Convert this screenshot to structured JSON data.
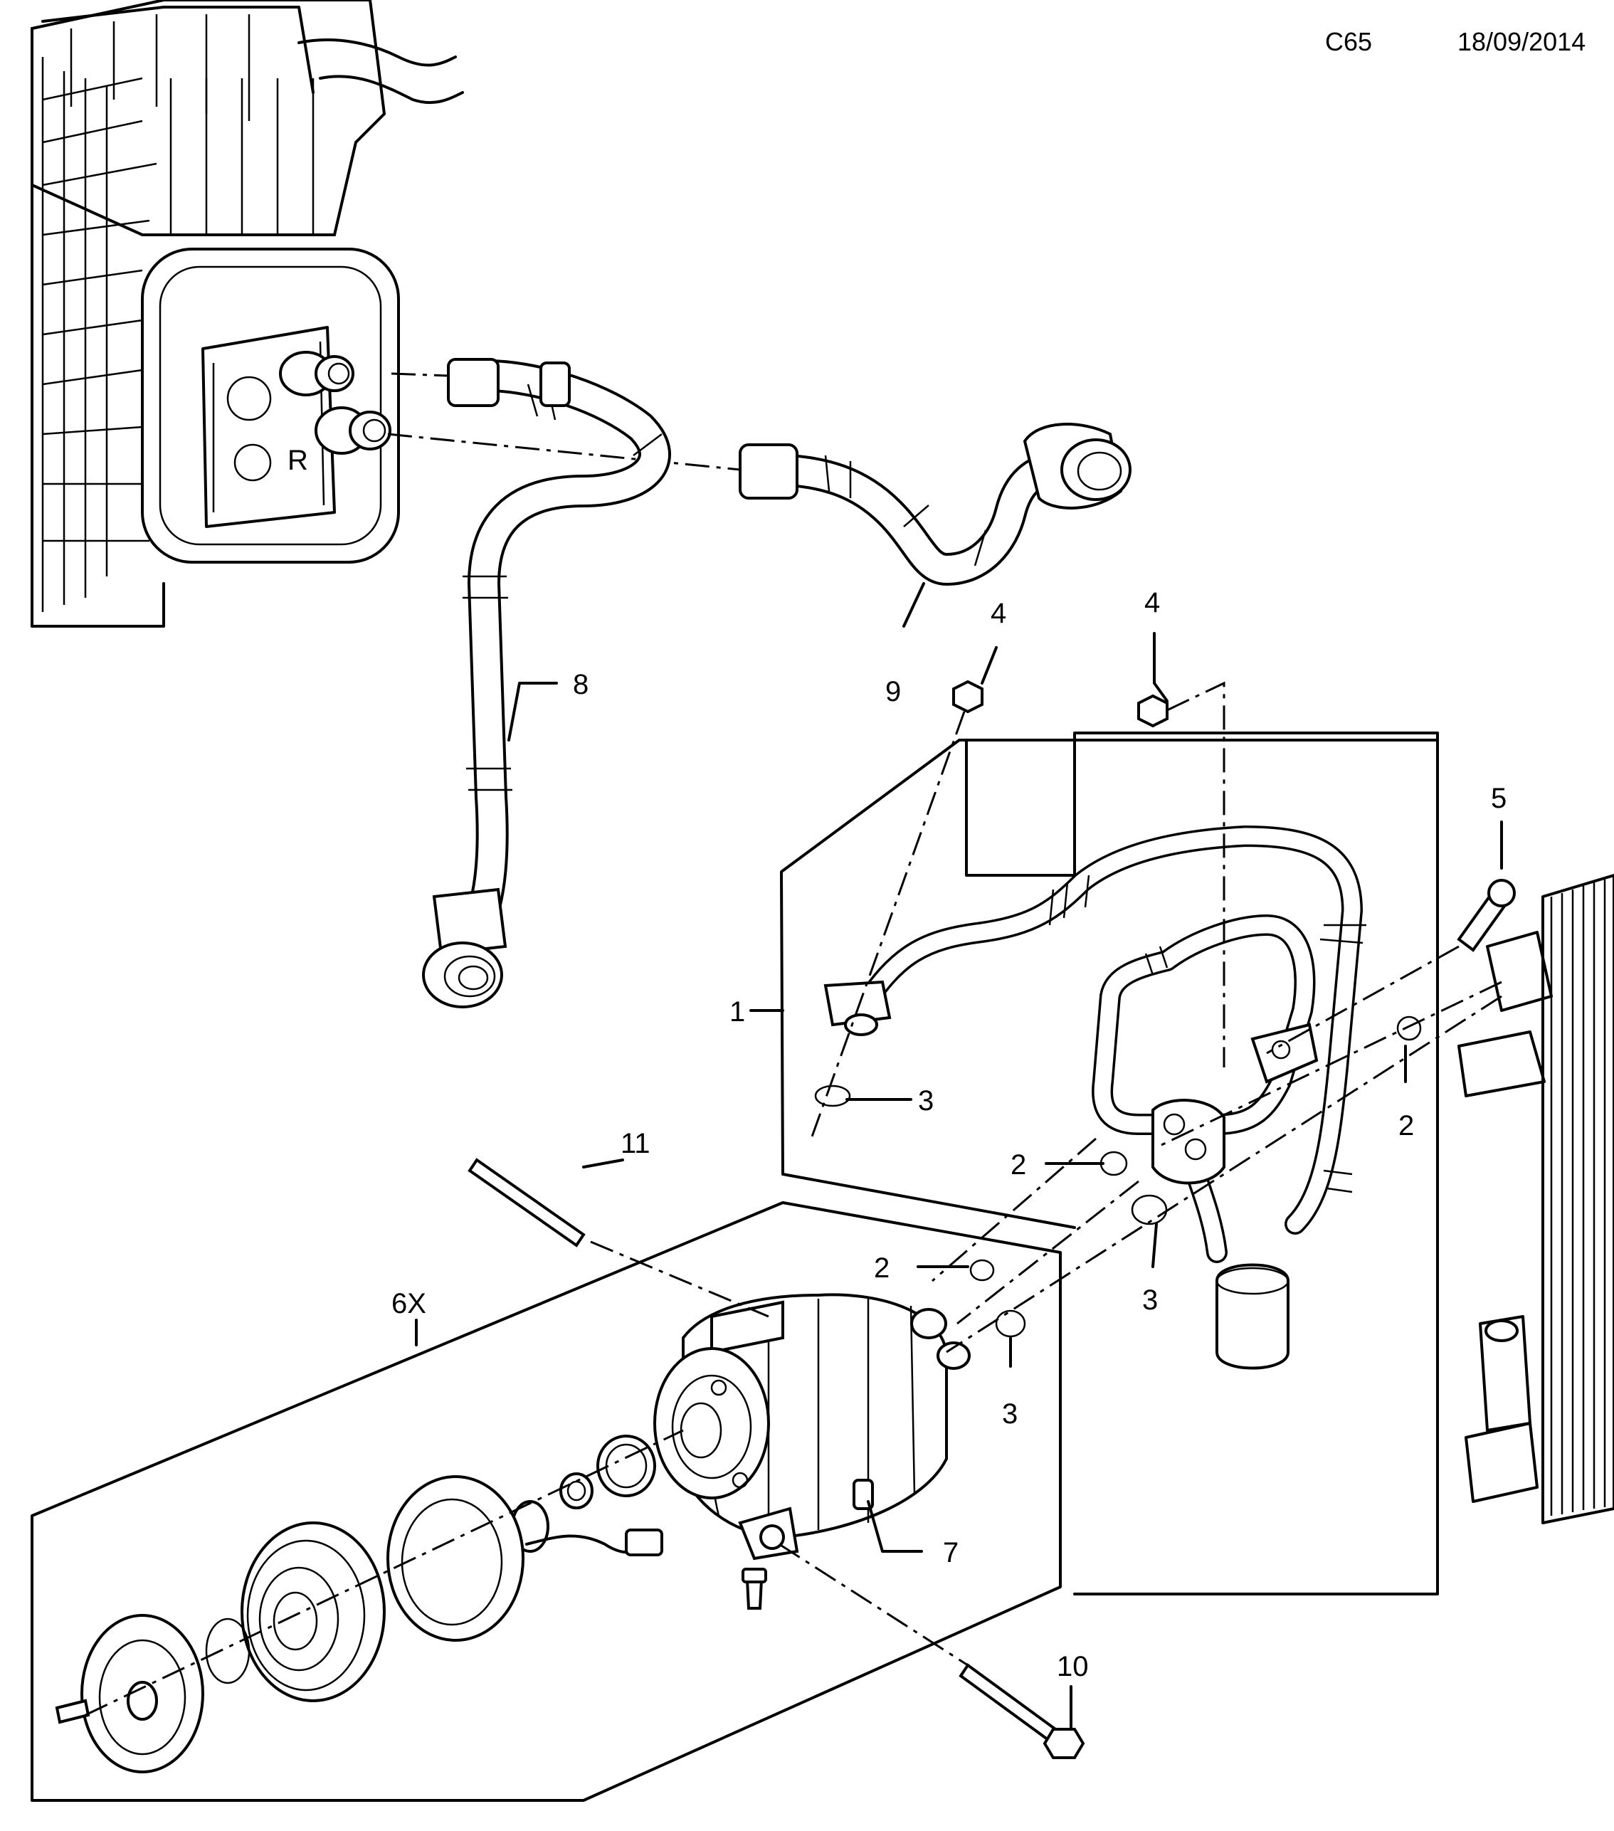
{
  "header": {
    "code": "C65",
    "date": "18/09/2014"
  },
  "callouts": {
    "c1": "1",
    "c2a": "2",
    "c2b": "2",
    "c2c": "2",
    "c3a": "3",
    "c3b": "3",
    "c3c": "3",
    "c4a": "4",
    "c4b": "4",
    "c5": "5",
    "c6x": "6X",
    "c7": "7",
    "c8": "8",
    "c9": "9",
    "c10": "10",
    "c11": "11"
  },
  "heater_box": {
    "mark": "R"
  }
}
